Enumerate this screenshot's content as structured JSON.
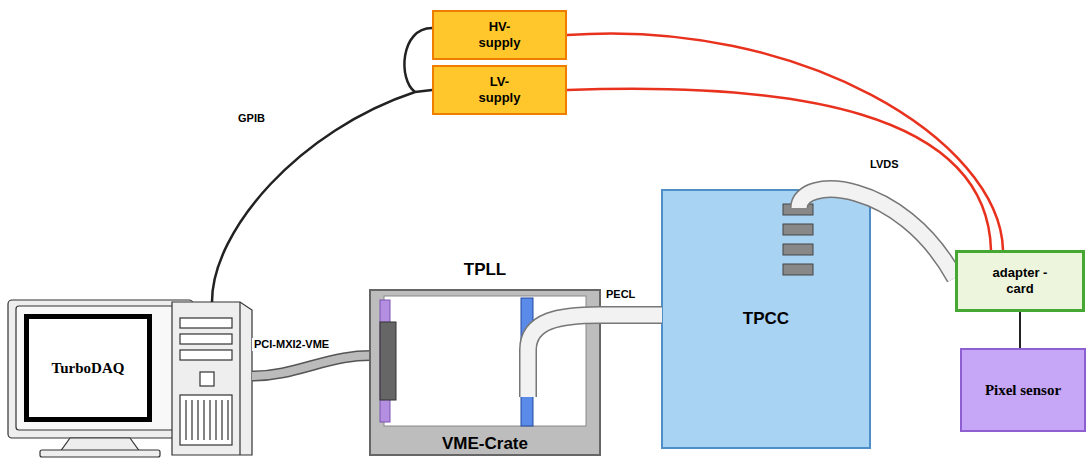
{
  "diagram": {
    "nodes": [
      {
        "text": [
          "HV- supply"
        ]
      },
      {
        "text": [
          "LV- supply"
        ]
      },
      {
        "text": [
          "TurboDAQ"
        ]
      },
      {
        "text": [
          "TPLL",
          "VME-Crate"
        ]
      },
      {
        "text": [
          "TPCC"
        ]
      },
      {
        "text": [
          "adapter -card"
        ]
      },
      {
        "text": [
          "Pixel sensor"
        ]
      }
    ],
    "edges": [
      {
        "from": 0,
        "to": 5,
        "arrow": "none"
      },
      {
        "from": 1,
        "to": 5,
        "arrow": "none"
      },
      {
        "from": 3,
        "to": 4,
        "label": "PECL",
        "arrow": "none"
      },
      {
        "from": 4,
        "to": 5,
        "label": "LVDS",
        "arrow": "none"
      },
      {
        "from": 5,
        "to": 6,
        "arrow": "none"
      }
    ],
    "labels": [
      "GPIB",
      "PCI-MXI2-VME"
    ]
  }
}
